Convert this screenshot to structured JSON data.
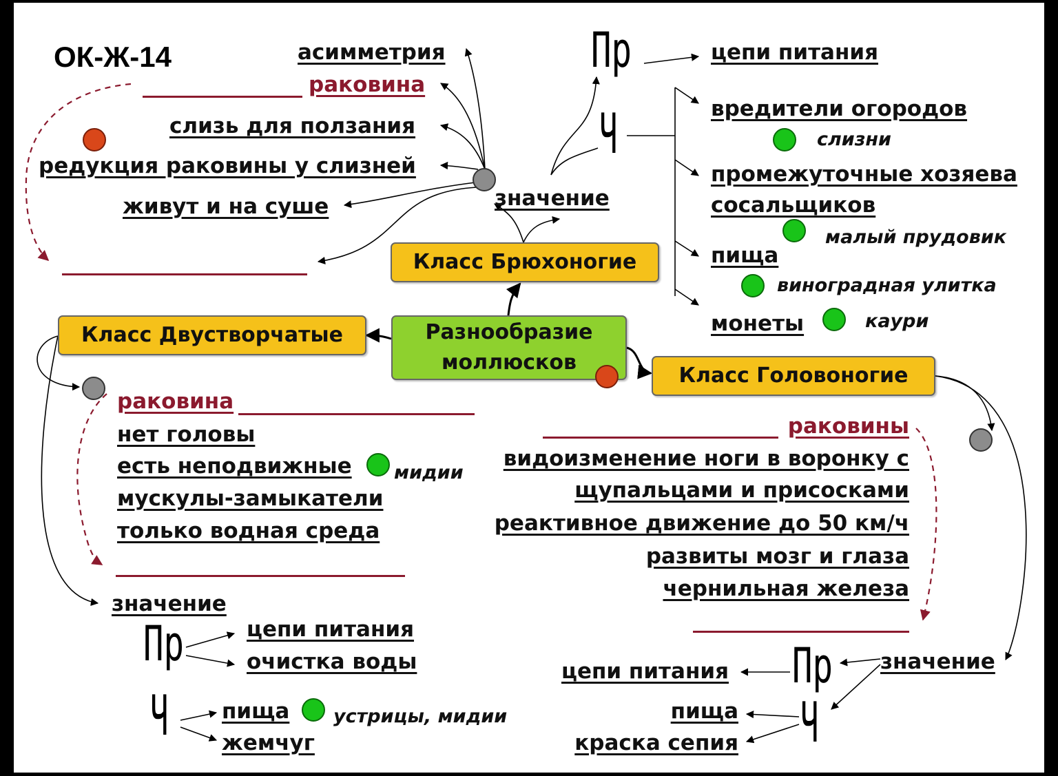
{
  "colors": {
    "accent_red": "#8b1a2e",
    "box_gold": "#f5c11a",
    "box_green": "#8ed12e",
    "dot_gray": "#8c8c8c",
    "dot_red": "#d9471a",
    "dot_green": "#19c419"
  },
  "title": "ОК-Ж-14",
  "center": {
    "label": "Разнообразие\nмоллюсков"
  },
  "gastropoda": {
    "box": "Класс Брюхоногие",
    "features": [
      "асимметрия",
      "раковина",
      "слизь для ползания",
      "редукция раковины у слизней",
      "живут и на суше"
    ],
    "meaning": "значение",
    "symbol_nature": "Пр",
    "symbol_human": "Ч",
    "nature_items": [
      "цепи питания"
    ],
    "human_items": [
      "вредители огородов",
      "промежуточные хозяева",
      "сосальщиков",
      "пища",
      "монеты"
    ],
    "examples": [
      "слизни",
      "малый прудовик",
      "виноградная улитка",
      "каури"
    ]
  },
  "bivalvia": {
    "box": "Класс Двустворчатые",
    "features": [
      "раковина",
      "нет головы",
      "есть неподвижные",
      "мускулы-замыкатели",
      "только водная среда"
    ],
    "example_mussels": "мидии",
    "meaning": "значение",
    "symbol_nature": "Пр",
    "symbol_human": "Ч",
    "nature_items": [
      "цепи питания",
      "очистка воды"
    ],
    "human_items": [
      "пища",
      "жемчуг"
    ],
    "example_food": "устрицы, мидии"
  },
  "cephalopoda": {
    "box": "Класс Головоногие",
    "features": [
      "раковины",
      "видоизменение ноги в воронку с",
      "щупальцами и присосками",
      "реактивное движение до 50 км/ч",
      "развиты мозг и глаза",
      "чернильная железа"
    ],
    "meaning": "значение",
    "symbol_nature": "Пр",
    "symbol_human": "Ч",
    "nature_items": [
      "цепи питания"
    ],
    "human_items": [
      "пища",
      "краска сепия"
    ]
  }
}
